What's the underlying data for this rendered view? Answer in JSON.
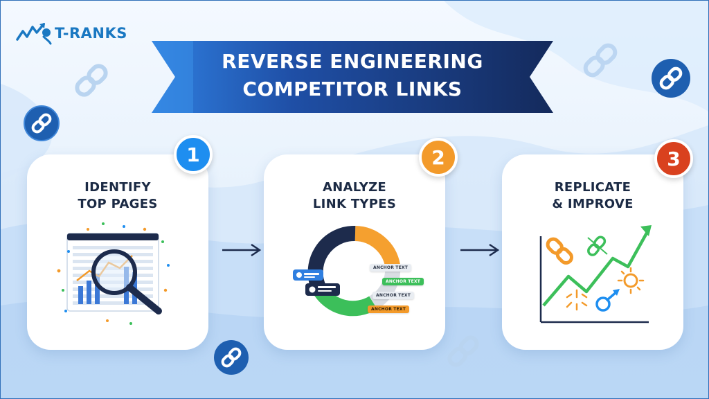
{
  "brand": {
    "name": "T-RANKS"
  },
  "banner": {
    "line1": "REVERSE ENGINEERING",
    "line2": "COMPETITOR LINKS"
  },
  "steps": [
    {
      "number": "1",
      "title_line1": "IDENTIFY",
      "title_line2": "TOP PAGES",
      "color": "#1e8ef0"
    },
    {
      "number": "2",
      "title_line1": "ANALYZE",
      "title_line2": "LINK TYPES",
      "color": "#f39a2a"
    },
    {
      "number": "3",
      "title_line1": "REPLICATE",
      "title_line2": "& IMPROVE",
      "color": "#d9411e"
    }
  ],
  "anchor_tags": [
    {
      "text": "ANCHOR TEXT",
      "bg": "#e9edf2",
      "fg": "#2b3445"
    },
    {
      "text": "ANCHOR TEXT",
      "bg": "#3cbf5a",
      "fg": "#ffffff"
    },
    {
      "text": "ANCHOR TEXT",
      "bg": "#e9edf2",
      "fg": "#2b3445"
    },
    {
      "text": "ANCHOR TEXT",
      "bg": "#f39a2a",
      "fg": "#2b1b05"
    }
  ],
  "donut_colors": [
    "#1d2b4c",
    "#f5a02f",
    "#3cbf5a",
    "#d9dde3"
  ],
  "icons": [
    "logo-icon",
    "chain-link-icon",
    "magnifier-icon",
    "donut-chart-icon",
    "growth-chart-icon",
    "arrow-right-icon"
  ]
}
